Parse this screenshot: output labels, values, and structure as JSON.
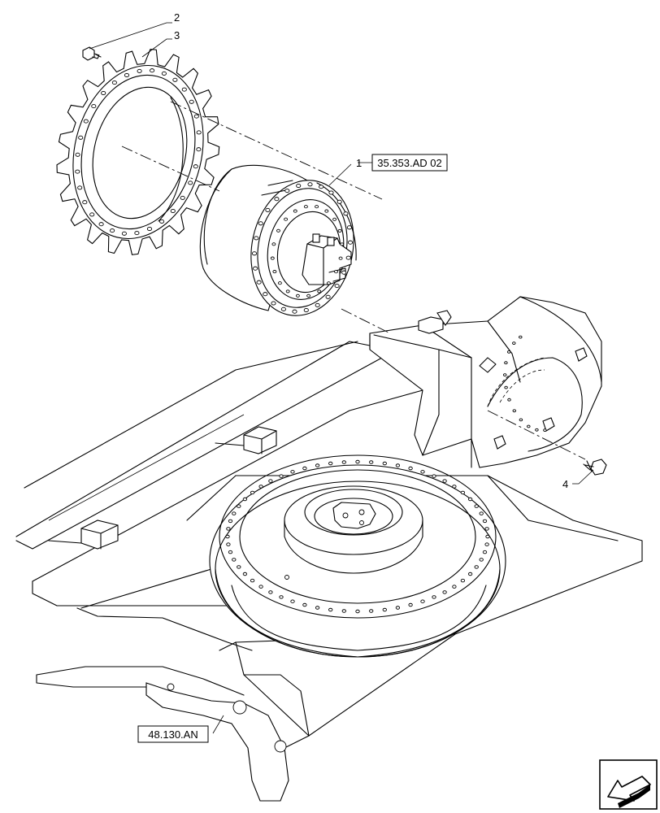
{
  "callouts": {
    "c1": "1",
    "c2": "2",
    "c3": "3",
    "c4": "4"
  },
  "references": {
    "final_drive": "35.353.AD 02",
    "frame": "48.130.AN"
  },
  "icons": {
    "nav": "back-arrow-icon"
  }
}
